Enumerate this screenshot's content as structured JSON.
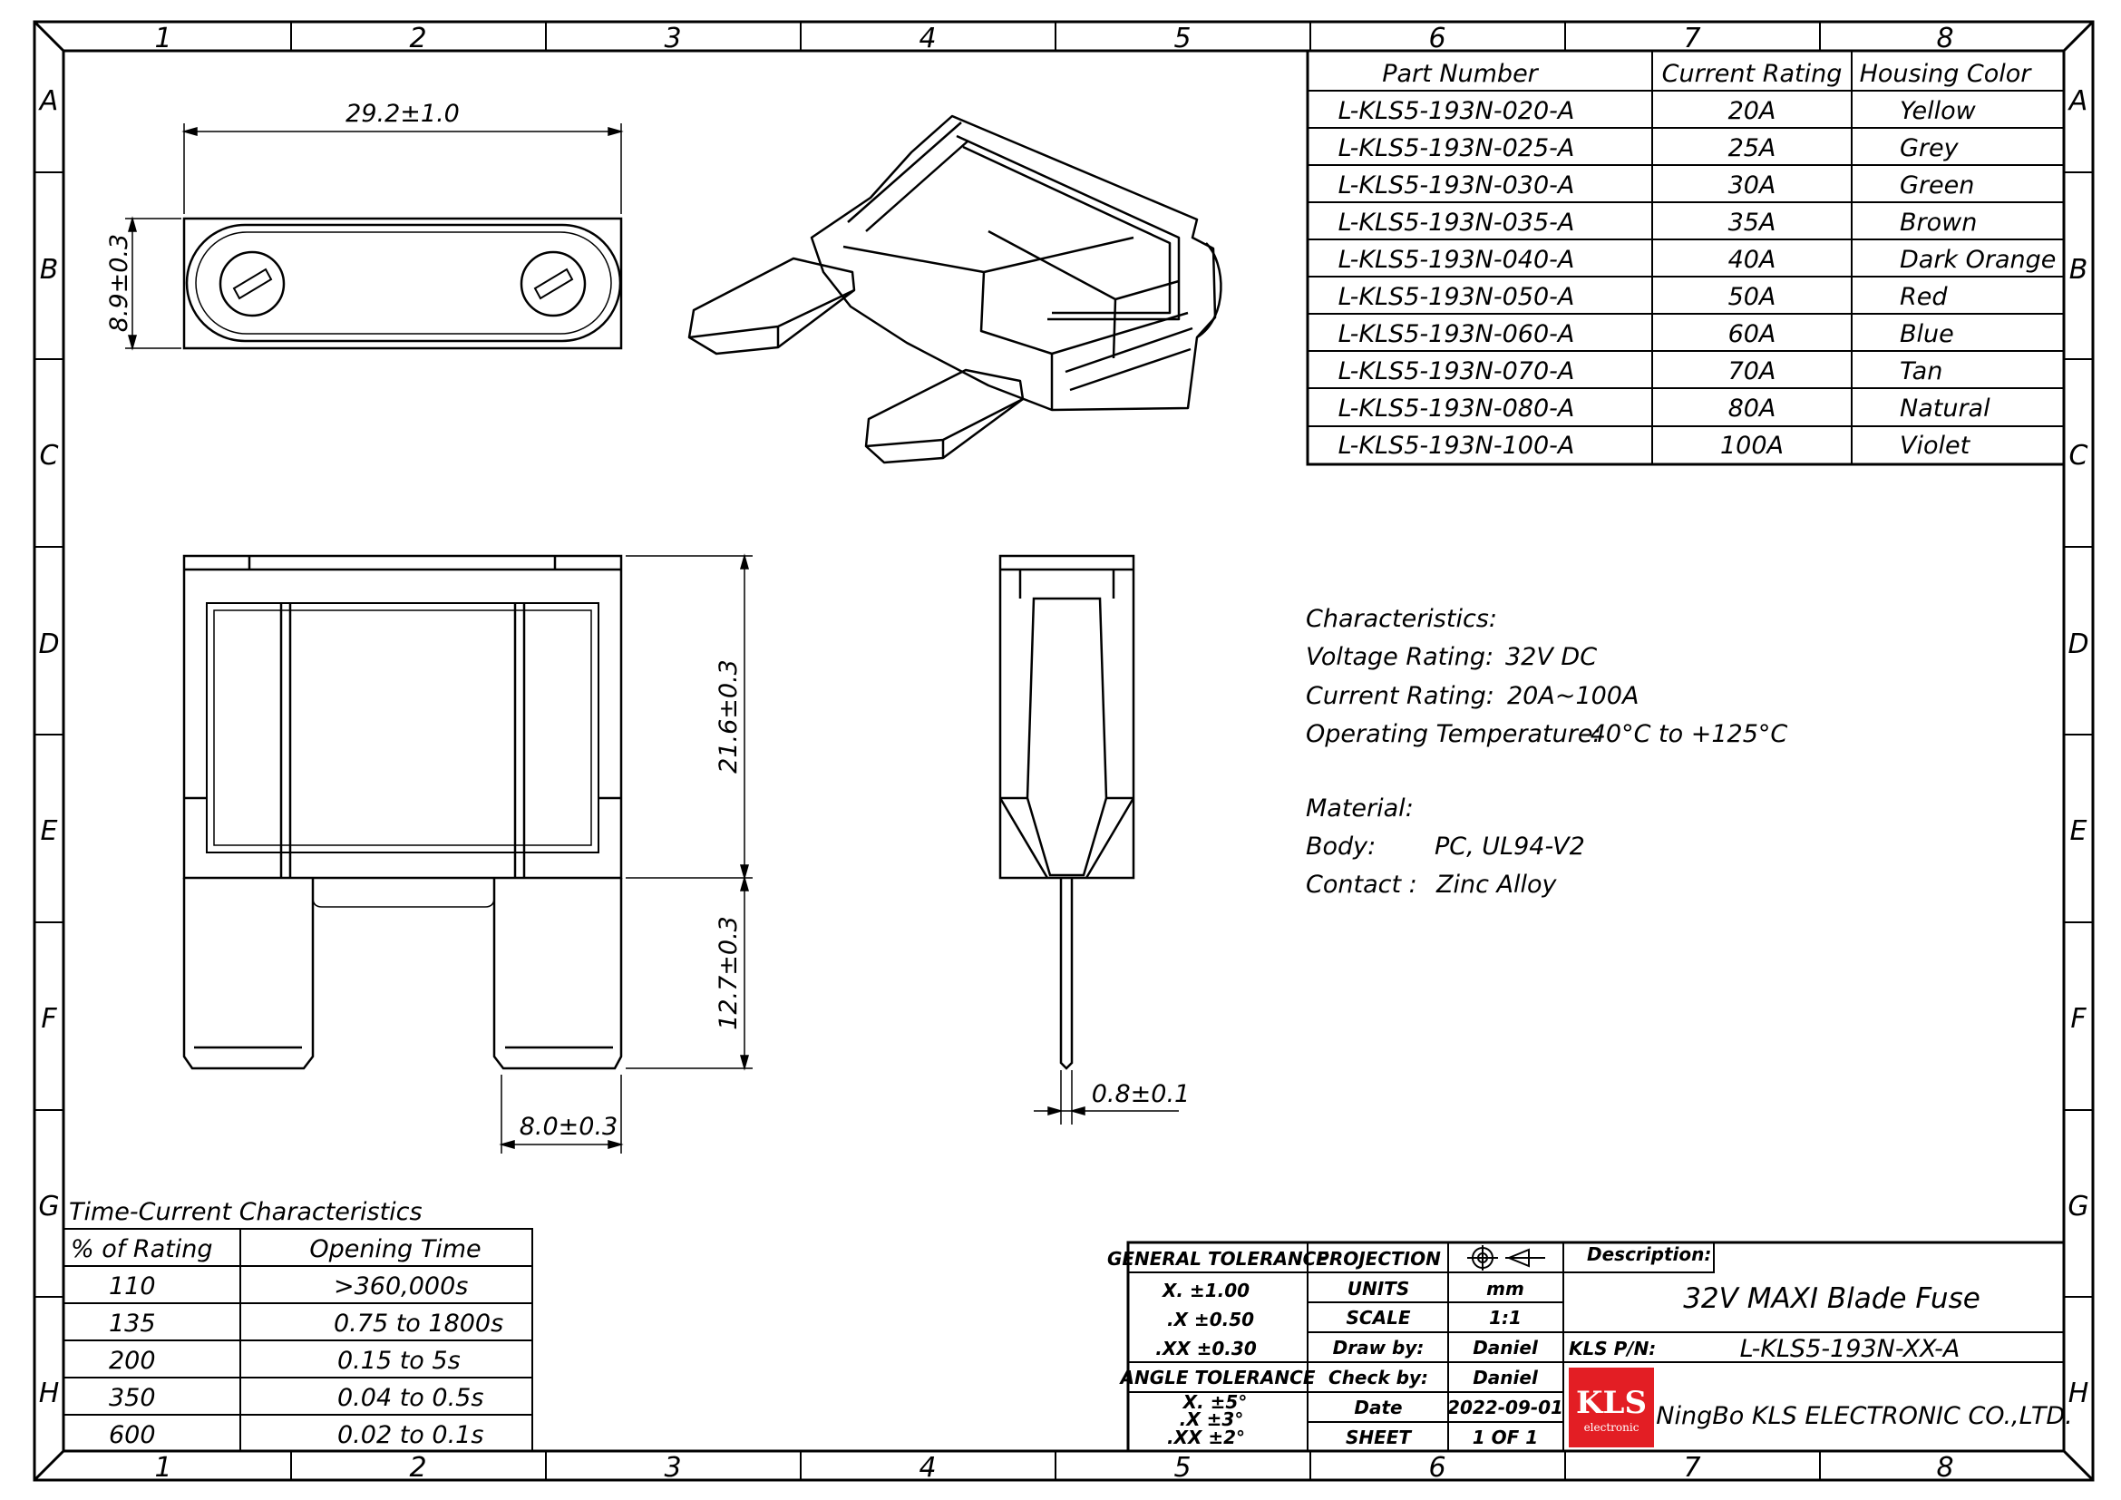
{
  "grid": {
    "columns": [
      "1",
      "2",
      "3",
      "4",
      "5",
      "6",
      "7",
      "8"
    ],
    "rows": [
      "A",
      "B",
      "C",
      "D",
      "E",
      "F",
      "G",
      "H"
    ]
  },
  "dimensions": {
    "width": "29.2±1.0",
    "thickness": "8.9±0.3",
    "body_height": "21.6±0.3",
    "blade_length": "12.7±0.3",
    "blade_width": "8.0±0.3",
    "blade_thickness": "0.8±0.1"
  },
  "part_table": {
    "headers": [
      "Part Number",
      "Current Rating",
      "Housing Color"
    ],
    "rows": [
      [
        "L-KLS5-193N-020-A",
        "20A",
        "Yellow"
      ],
      [
        "L-KLS5-193N-025-A",
        "25A",
        "Grey"
      ],
      [
        "L-KLS5-193N-030-A",
        "30A",
        "Green"
      ],
      [
        "L-KLS5-193N-035-A",
        "35A",
        "Brown"
      ],
      [
        "L-KLS5-193N-040-A",
        "40A",
        "Dark Orange"
      ],
      [
        "L-KLS5-193N-050-A",
        "50A",
        "Red"
      ],
      [
        "L-KLS5-193N-060-A",
        "60A",
        "Blue"
      ],
      [
        "L-KLS5-193N-070-A",
        "70A",
        "Tan"
      ],
      [
        "L-KLS5-193N-080-A",
        "80A",
        "Natural"
      ],
      [
        "L-KLS5-193N-100-A",
        "100A",
        "Violet"
      ]
    ]
  },
  "characteristics": {
    "heading": "Characteristics:",
    "voltage_label": "Voltage Rating:",
    "voltage_value": "32V DC",
    "current_label": "Current Rating:",
    "current_value": "20A~100A",
    "temp_label": "Operating Temperature:",
    "temp_value": "-40°C to +125°C"
  },
  "material": {
    "heading": "Material:",
    "body_label": "Body:",
    "body_value": "PC, UL94-V2",
    "contact_label": "Contact :",
    "contact_value": "Zinc Alloy"
  },
  "time_current": {
    "title": "Time-Current Characteristics",
    "headers": [
      "% of Rating",
      "Opening Time"
    ],
    "rows": [
      [
        "110",
        ">360,000s"
      ],
      [
        "135",
        "0.75  to 1800s"
      ],
      [
        "200",
        "0.15  to  5s"
      ],
      [
        "350",
        "0.04 to 0.5s"
      ],
      [
        "600",
        "0.02 to 0.1s"
      ]
    ]
  },
  "title_block": {
    "general_tolerance": "GENERAL TOLERANCE",
    "tol_x": "X.   ±1.00",
    "tol_x1": ".X   ±0.50",
    "tol_x2": ".XX   ±0.30",
    "angle_tolerance": "ANGLE TOLERANCE",
    "ang_x": "X.  ±5°",
    "ang_x1": ".X  ±3°",
    "ang_x2": ".XX  ±2°",
    "projection_label": "PROJECTION",
    "units_label": "UNITS",
    "units_value": "mm",
    "scale_label": "SCALE",
    "scale_value": "1:1",
    "draw_label": "Draw by:",
    "draw_value": "Daniel",
    "check_label": "Check by:",
    "check_value": "Daniel",
    "date_label": "Date",
    "date_value": "2022-09-01",
    "sheet_label": "SHEET",
    "sheet_value": "1  OF  1",
    "description_label": "Description:",
    "description_value": "32V MAXI Blade Fuse",
    "pn_label": "KLS P/N:",
    "pn_value": "L-KLS5-193N-XX-A",
    "logo_text": "KLS",
    "logo_sub": "electronic",
    "company": "NingBo KLS ELECTRONIC CO.,LTD.",
    "logo_color": "#e31e24"
  }
}
